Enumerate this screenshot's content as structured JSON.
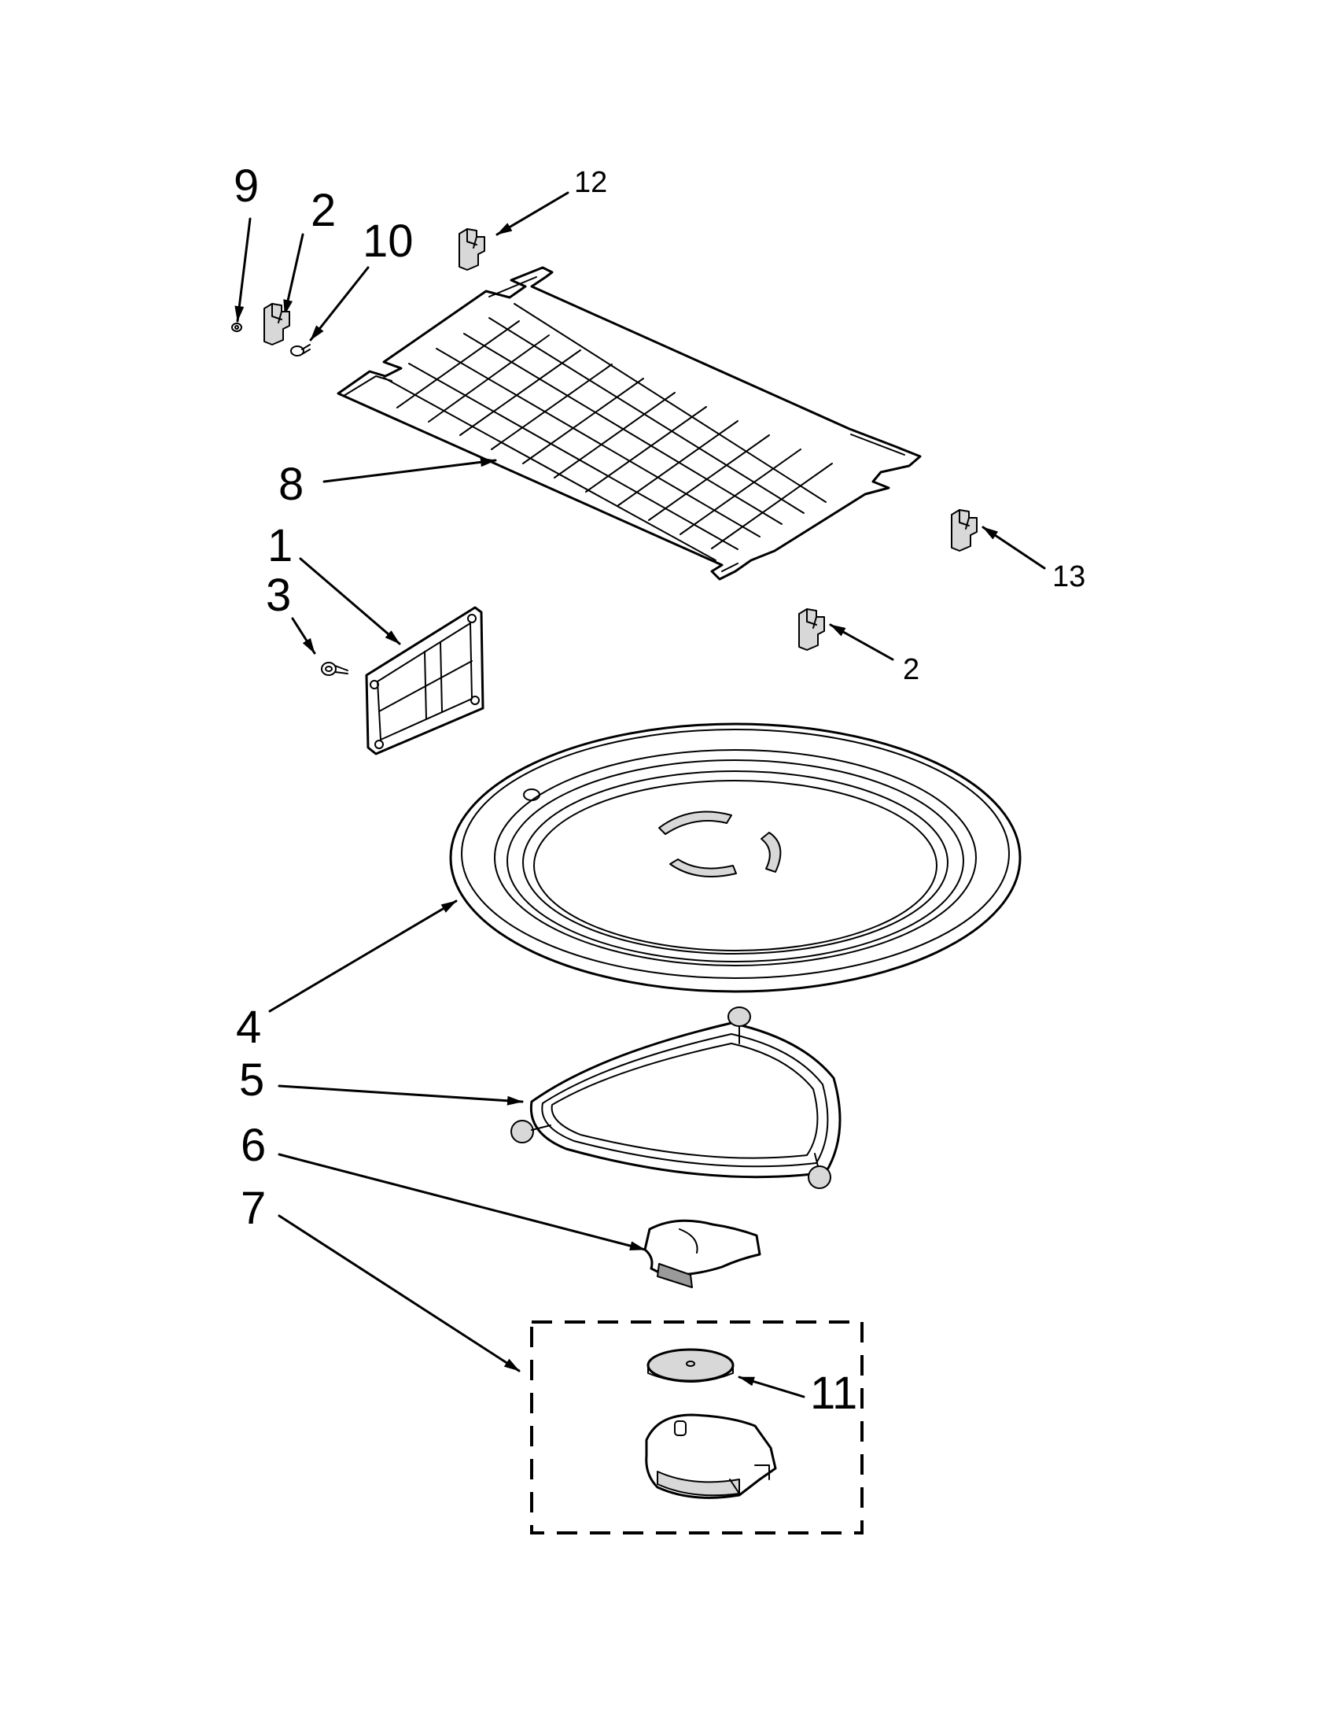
{
  "callouts": {
    "c9": "9",
    "c2a": "2",
    "c10": "10",
    "c12": "12",
    "c8": "8",
    "c1": "1",
    "c3": "3",
    "c13": "13",
    "c2b": "2",
    "c4": "4",
    "c5": "5",
    "c6": "6",
    "c7": "7",
    "c11": "11"
  }
}
